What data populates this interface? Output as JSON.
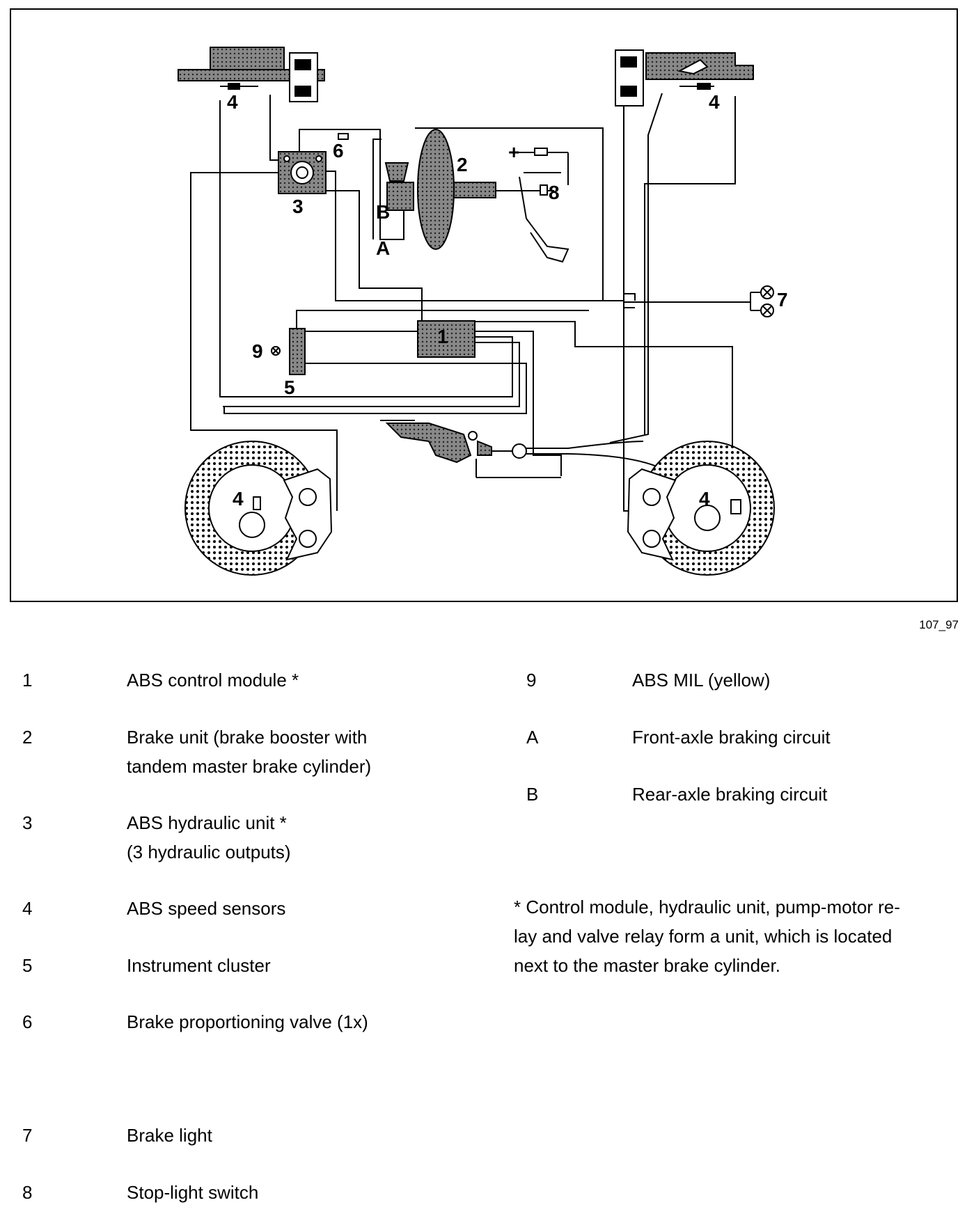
{
  "diagram": {
    "labels": {
      "l1": "1",
      "l2": "2",
      "l3": "3",
      "l4a": "4",
      "l4b": "4",
      "l4c": "4",
      "l4d": "4",
      "l5": "5",
      "l6": "6",
      "l7": "7",
      "l8": "8",
      "l9": "9",
      "lA": "A",
      "lB": "B",
      "plus": "+"
    },
    "figure_ref": "107_97"
  },
  "legend": {
    "left": [
      {
        "key": "1",
        "lines": [
          "ABS control module *"
        ]
      },
      {
        "key": "2",
        "lines": [
          "Brake unit (brake booster with",
          "tandem master brake cylinder)"
        ]
      },
      {
        "key": "3",
        "lines": [
          "ABS hydraulic unit *",
          "(3 hydraulic outputs)"
        ]
      },
      {
        "key": "4",
        "lines": [
          "ABS speed sensors"
        ]
      },
      {
        "key": "5",
        "lines": [
          "Instrument cluster"
        ]
      },
      {
        "key": "6",
        "lines": [
          "Brake proportioning valve (1x)"
        ]
      },
      {
        "key": "7",
        "lines": [
          "Brake light"
        ]
      },
      {
        "key": "8",
        "lines": [
          "Stop-light switch"
        ]
      }
    ],
    "right": [
      {
        "key": "9",
        "lines": [
          "ABS MIL (yellow)"
        ]
      },
      {
        "key": "A",
        "lines": [
          "Front-axle braking circuit"
        ]
      },
      {
        "key": "B",
        "lines": [
          "Rear-axle braking circuit"
        ]
      }
    ]
  },
  "footnote": {
    "lines": [
      "* Control module, hydraulic unit, pump-motor re-",
      "lay and valve relay form a unit, which is located",
      "next to the master brake cylinder."
    ]
  }
}
